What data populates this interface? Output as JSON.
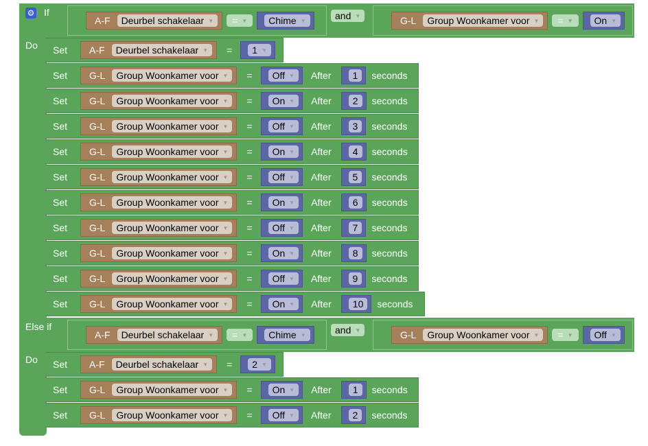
{
  "colors": {
    "logic": "#5ba55b",
    "device": "#a5805b",
    "value": "#5b67a5"
  },
  "if_block": {
    "if_label": "If",
    "do_label": "Do",
    "else_if_label": "Else if",
    "set_label": "Set",
    "after_label": "After",
    "seconds_label": "seconds",
    "operator": "and",
    "equals": "=",
    "branches": [
      {
        "conditions": [
          {
            "type": "A-F",
            "device": "Deurbel schakelaar",
            "value": "Chime"
          },
          {
            "type": "G-L",
            "device": "Group Woonkamer voor",
            "value": "On"
          }
        ],
        "actions": [
          {
            "type": "A-F",
            "device": "Deurbel schakelaar",
            "value": "1"
          },
          {
            "type": "G-L",
            "device": "Group Woonkamer voor",
            "value": "Off",
            "after": "1"
          },
          {
            "type": "G-L",
            "device": "Group Woonkamer voor",
            "value": "On",
            "after": "2"
          },
          {
            "type": "G-L",
            "device": "Group Woonkamer voor",
            "value": "Off",
            "after": "3"
          },
          {
            "type": "G-L",
            "device": "Group Woonkamer voor",
            "value": "On",
            "after": "4"
          },
          {
            "type": "G-L",
            "device": "Group Woonkamer voor",
            "value": "Off",
            "after": "5"
          },
          {
            "type": "G-L",
            "device": "Group Woonkamer voor",
            "value": "On",
            "after": "6"
          },
          {
            "type": "G-L",
            "device": "Group Woonkamer voor",
            "value": "Off",
            "after": "7"
          },
          {
            "type": "G-L",
            "device": "Group Woonkamer voor",
            "value": "On",
            "after": "8"
          },
          {
            "type": "G-L",
            "device": "Group Woonkamer voor",
            "value": "Off",
            "after": "9"
          },
          {
            "type": "G-L",
            "device": "Group Woonkamer voor",
            "value": "On",
            "after": "10"
          }
        ]
      },
      {
        "conditions": [
          {
            "type": "A-F",
            "device": "Deurbel schakelaar",
            "value": "Chime"
          },
          {
            "type": "G-L",
            "device": "Group Woonkamer voor",
            "value": "Off"
          }
        ],
        "actions": [
          {
            "type": "A-F",
            "device": "Deurbel schakelaar",
            "value": "2"
          },
          {
            "type": "G-L",
            "device": "Group Woonkamer voor",
            "value": "On",
            "after": "1"
          },
          {
            "type": "G-L",
            "device": "Group Woonkamer voor",
            "value": "Off",
            "after": "2"
          }
        ]
      }
    ]
  }
}
